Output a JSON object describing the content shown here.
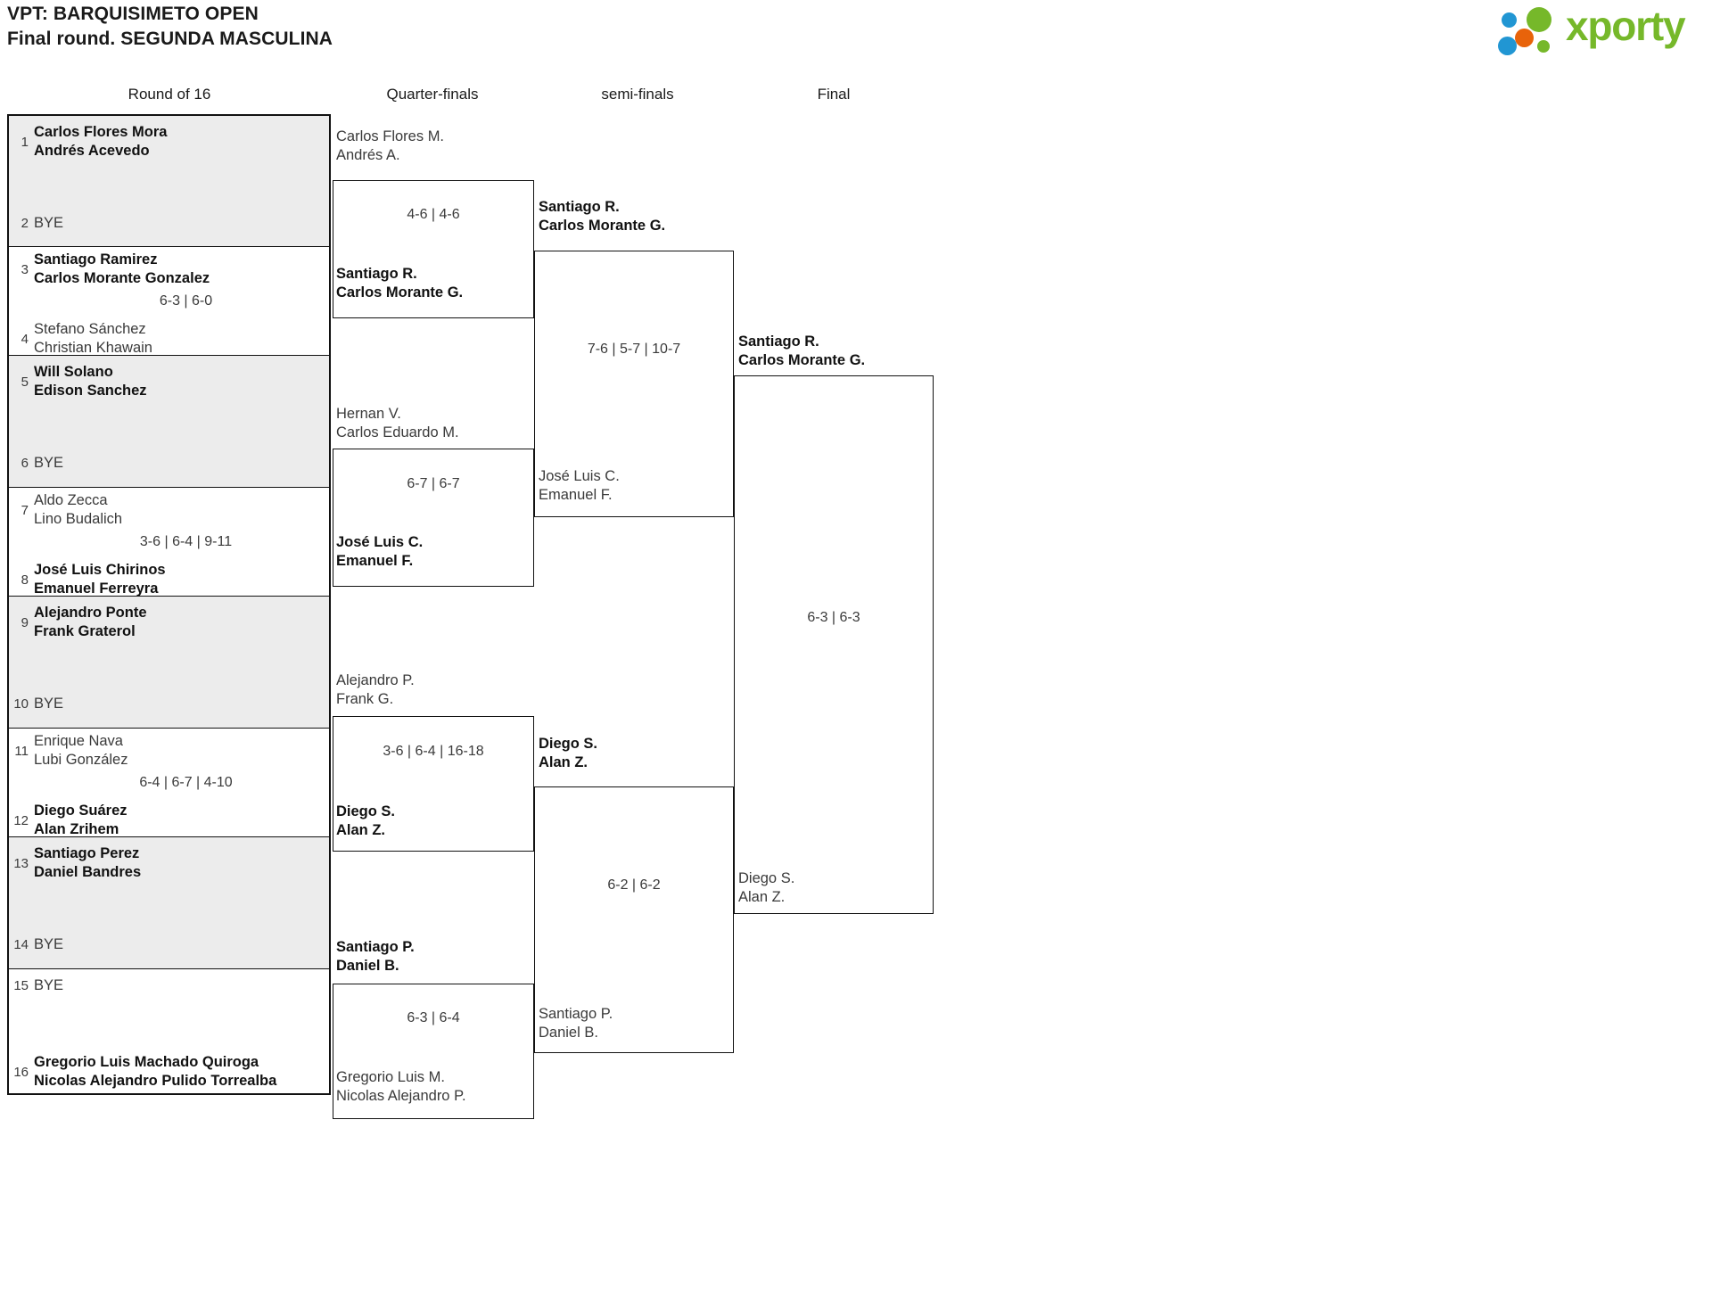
{
  "header": {
    "title_line1": "VPT: BARQUISIMETO OPEN",
    "title_line2": "Final round. SEGUNDA MASCULINA",
    "logo_text": "xporty",
    "logo_colors": {
      "green": "#76b82a",
      "orange": "#e8630a",
      "blue": "#2196d3"
    }
  },
  "rounds": [
    {
      "label": "Round of 16"
    },
    {
      "label": "Quarter-finals"
    },
    {
      "label": "semi-finals"
    },
    {
      "label": "Final"
    }
  ],
  "round_of_16": {
    "matches": [
      {
        "score": "",
        "top": {
          "seed": "1",
          "line1": "Carlos Flores Mora",
          "line2": "Andrés Acevedo",
          "status": "winner"
        },
        "bottom": {
          "seed": "2",
          "line1": "BYE",
          "line2": "",
          "status": "bye"
        }
      },
      {
        "score": "6-3 | 6-0",
        "top": {
          "seed": "3",
          "line1": "Santiago Ramirez",
          "line2": "Carlos Morante Gonzalez",
          "status": "winner"
        },
        "bottom": {
          "seed": "4",
          "line1": "Stefano Sánchez",
          "line2": "Christian Khawain",
          "status": "loser"
        }
      },
      {
        "score": "",
        "top": {
          "seed": "5",
          "line1": "Will Solano",
          "line2": "Edison Sanchez",
          "status": "winner"
        },
        "bottom": {
          "seed": "6",
          "line1": "BYE",
          "line2": "",
          "status": "bye"
        }
      },
      {
        "score": "3-6 | 6-4 | 9-11",
        "top": {
          "seed": "7",
          "line1": "Aldo Zecca",
          "line2": "Lino Budalich",
          "status": "loser"
        },
        "bottom": {
          "seed": "8",
          "line1": "José Luis Chirinos",
          "line2": "Emanuel Ferreyra",
          "status": "winner"
        }
      },
      {
        "score": "",
        "top": {
          "seed": "9",
          "line1": "Alejandro Ponte",
          "line2": "Frank Graterol",
          "status": "winner"
        },
        "bottom": {
          "seed": "10",
          "line1": "BYE",
          "line2": "",
          "status": "bye"
        }
      },
      {
        "score": "6-4 | 6-7 | 4-10",
        "top": {
          "seed": "11",
          "line1": "Enrique Nava",
          "line2": "Lubi González",
          "status": "loser"
        },
        "bottom": {
          "seed": "12",
          "line1": "Diego Suárez",
          "line2": "Alan Zrihem",
          "status": "winner"
        }
      },
      {
        "score": "",
        "top": {
          "seed": "13",
          "line1": "Santiago Perez",
          "line2": "Daniel Bandres",
          "status": "winner"
        },
        "bottom": {
          "seed": "14",
          "line1": "BYE",
          "line2": "",
          "status": "bye"
        }
      },
      {
        "score": "",
        "top": {
          "seed": "15",
          "line1": "BYE",
          "line2": "",
          "status": "bye"
        },
        "bottom": {
          "seed": "16",
          "line1": "Gregorio Luis Machado Quiroga",
          "line2": "Nicolas Alejandro Pulido Torrealba",
          "status": "winner"
        }
      }
    ]
  },
  "quarter_finals": {
    "matches": [
      {
        "score": "4-6 | 4-6",
        "top": {
          "line1": "Carlos Flores M.",
          "line2": "Andrés A.",
          "status": "loser"
        },
        "bottom": {
          "line1": "Santiago R.",
          "line2": "Carlos Morante G.",
          "status": "winner"
        }
      },
      {
        "score": "6-7 | 6-7",
        "top": {
          "line1": "Hernan V.",
          "line2": "Carlos Eduardo M.",
          "status": "loser"
        },
        "bottom": {
          "line1": "José Luis C.",
          "line2": "Emanuel F.",
          "status": "winner"
        }
      },
      {
        "score": "3-6 | 6-4 | 16-18",
        "top": {
          "line1": "Alejandro P.",
          "line2": "Frank G.",
          "status": "loser"
        },
        "bottom": {
          "line1": "Diego S.",
          "line2": "Alan Z.",
          "status": "winner"
        }
      },
      {
        "score": "6-3 | 6-4",
        "top": {
          "line1": "Santiago P.",
          "line2": "Daniel B.",
          "status": "winner"
        },
        "bottom": {
          "line1": "Gregorio Luis M.",
          "line2": "Nicolas Alejandro P.",
          "status": "loser"
        }
      }
    ]
  },
  "semi_finals": {
    "matches": [
      {
        "score": "7-6 | 5-7 | 10-7",
        "top": {
          "line1": "Santiago R.",
          "line2": "Carlos Morante G.",
          "status": "winner"
        },
        "bottom": {
          "line1": "José Luis C.",
          "line2": "Emanuel F.",
          "status": "loser"
        }
      },
      {
        "score": "6-2 | 6-2",
        "top": {
          "line1": "Diego S.",
          "line2": "Alan Z.",
          "status": "winner"
        },
        "bottom": {
          "line1": "Santiago P.",
          "line2": "Daniel B.",
          "status": "loser"
        }
      }
    ]
  },
  "final": {
    "matches": [
      {
        "score": "6-3 | 6-3",
        "top": {
          "line1": "Santiago R.",
          "line2": "Carlos Morante G.",
          "status": "winner"
        },
        "bottom": {
          "line1": "Diego S.",
          "line2": "Alan Z.",
          "status": "loser"
        }
      }
    ]
  }
}
